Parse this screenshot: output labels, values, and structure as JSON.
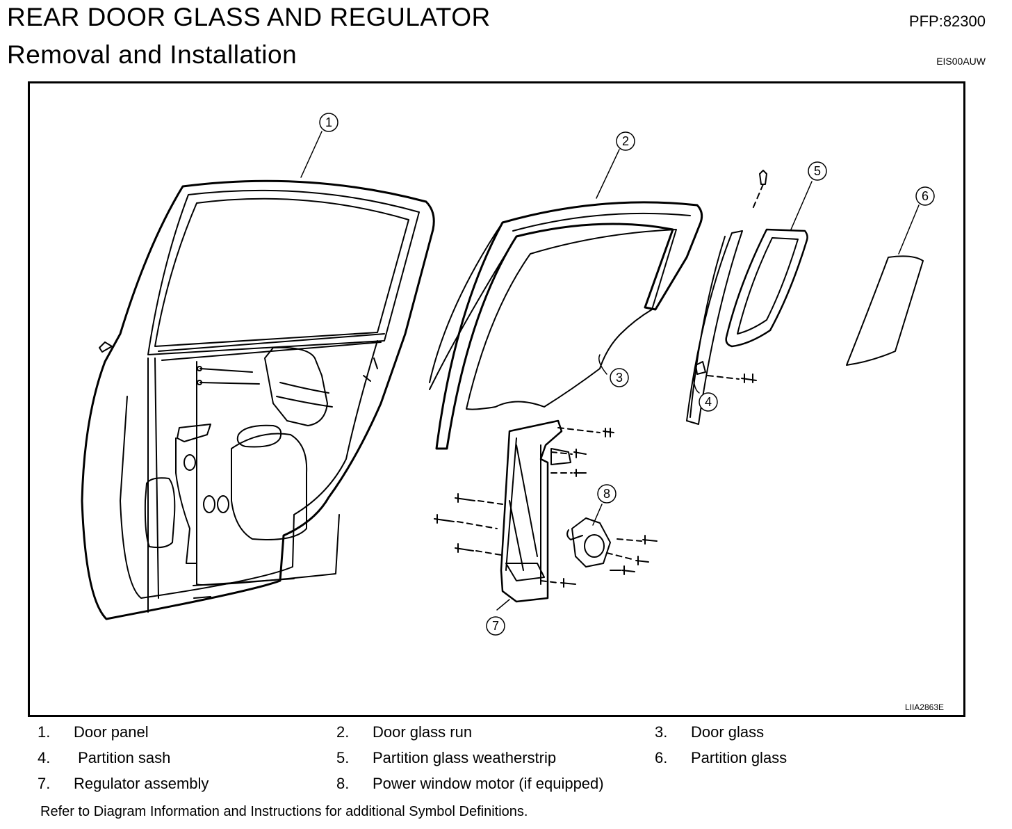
{
  "header": {
    "title": "REAR DOOR GLASS AND REGULATOR",
    "subtitle": "Removal and Installation",
    "pfp": "PFP:82300",
    "doc_code": "EIS00AUW"
  },
  "figure": {
    "code": "LIIA2863E",
    "callouts": [
      "1",
      "2",
      "3",
      "4",
      "5",
      "6",
      "7",
      "8"
    ]
  },
  "legend": [
    {
      "num": "1.",
      "text": "Door panel"
    },
    {
      "num": "2.",
      "text": "Door glass run"
    },
    {
      "num": "3.",
      "text": "Door glass"
    },
    {
      "num": "4.",
      "text": " Partition sash"
    },
    {
      "num": "5.",
      "text": "Partition glass weatherstrip"
    },
    {
      "num": "6.",
      "text": "Partition glass"
    },
    {
      "num": "7.",
      "text": "Regulator assembly"
    },
    {
      "num": "8.",
      "text": "Power window motor (if equipped)"
    }
  ],
  "footnote": "Refer to Diagram Information and Instructions for additional Symbol Definitions."
}
